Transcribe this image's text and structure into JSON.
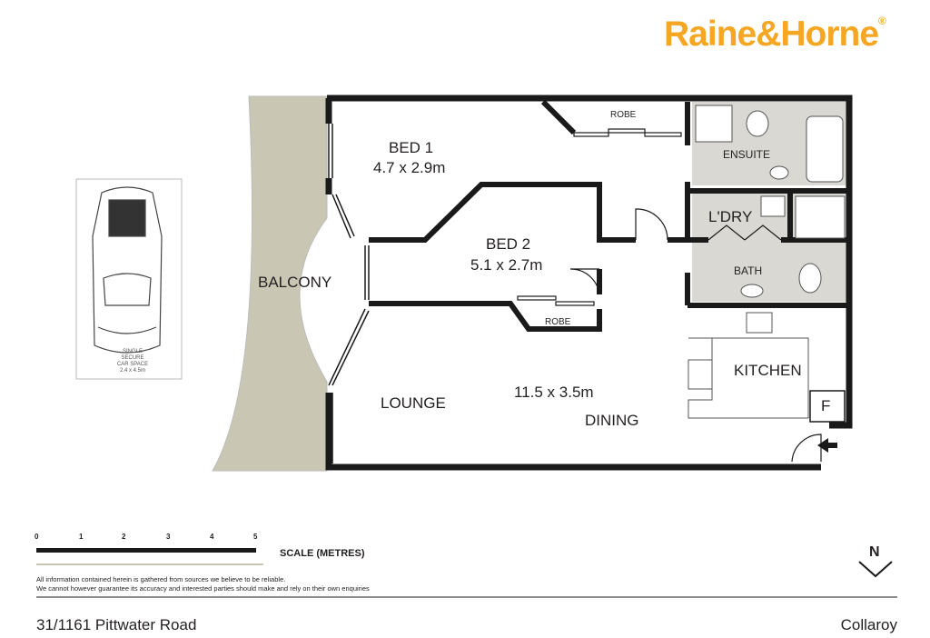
{
  "brand": {
    "name": "Raine&Horne",
    "mark": "®",
    "color": "#f5a623"
  },
  "rooms": {
    "bed1_name": "BED 1",
    "bed1_size": "4.7 x 2.9m",
    "bed2_name": "BED 2",
    "bed2_size": "5.1 x 2.7m",
    "robe1": "ROBE",
    "robe2": "ROBE",
    "ensuite": "ENSUITE",
    "laundry": "L'DRY",
    "bath": "BATH",
    "balcony": "BALCONY",
    "lounge": "LOUNGE",
    "living_size": "11.5 x 3.5m",
    "dining": "DINING",
    "kitchen": "KITCHEN",
    "fridge": "F"
  },
  "car_space": {
    "line1": "SINGLE",
    "line2": "SECURE",
    "line3": "CAR SPACE",
    "line4": "2.4 x 4.5m"
  },
  "scale": {
    "ticks": [
      "0",
      "1",
      "2",
      "3",
      "4",
      "5"
    ],
    "label": "SCALE (METRES)"
  },
  "compass": {
    "label": "N"
  },
  "disclaimer": {
    "line1": "All information contained herein is gathered from sources we believe to be reliable.",
    "line2": "We cannot however guarantee its accuracy and interested parties should make and rely on their own enquiries"
  },
  "footer": {
    "address": "31/1161 Pittwater Road",
    "suburb": "Collaroy"
  },
  "colors": {
    "wall": "#1a1a1a",
    "wet_area": "#d9d8d2",
    "balcony": "#c9c7b3",
    "accent": "#f5a623"
  }
}
